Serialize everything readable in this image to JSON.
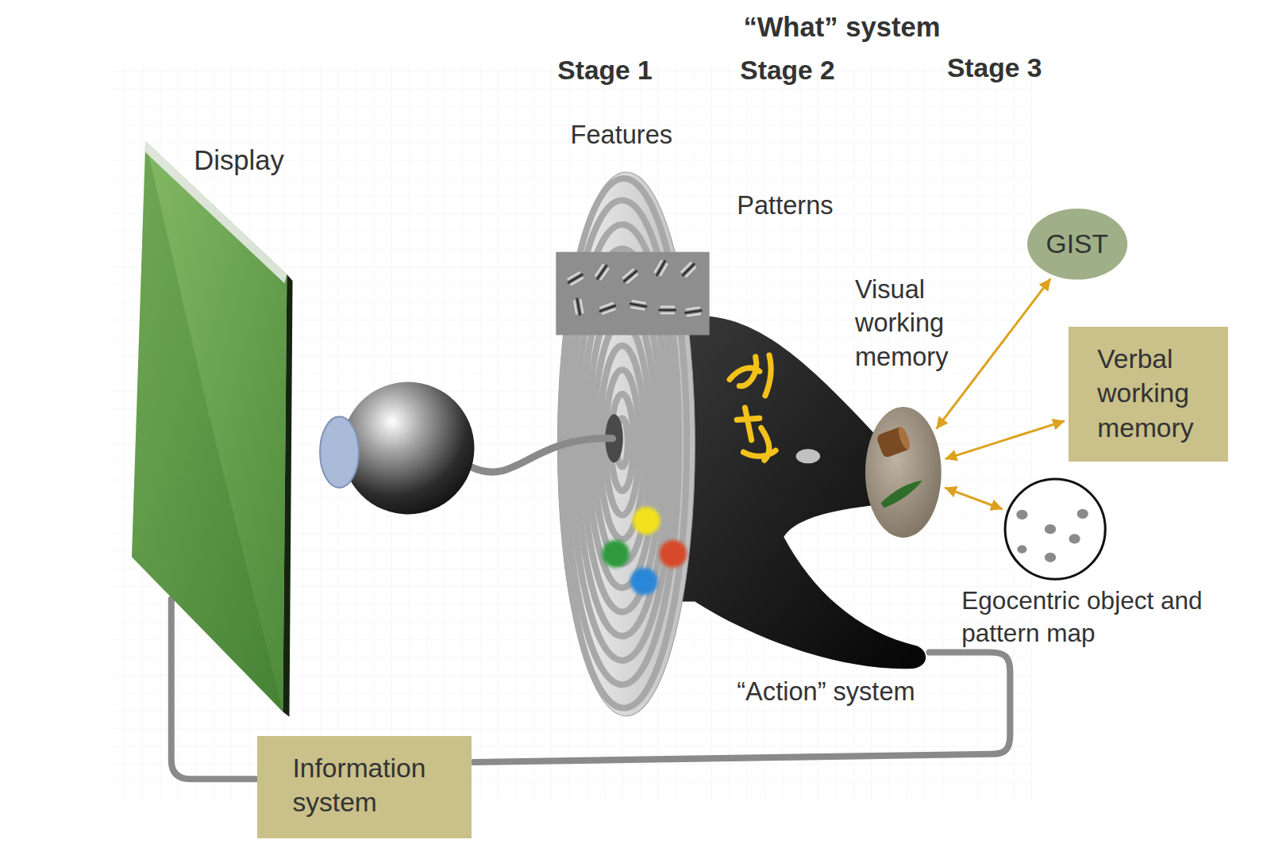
{
  "diagram": {
    "nodes": [
      {
        "text": [
          "Display"
        ]
      },
      {
        "text": [
          "GIST"
        ]
      },
      {
        "text": [
          "Visual working memory"
        ]
      },
      {
        "text": [
          "Verbal working memory"
        ]
      },
      {
        "text": [
          "Egocentric object and pattern map"
        ]
      },
      {
        "text": [
          "Information system"
        ]
      }
    ],
    "edges": [
      {
        "from": 2,
        "to": 1,
        "arrow": "both"
      },
      {
        "from": 2,
        "to": 3,
        "arrow": "both"
      },
      {
        "from": 2,
        "to": 4,
        "arrow": "both"
      },
      {
        "from": 0,
        "to": 5,
        "arrow": "none"
      }
    ],
    "labels": [
      "“What” system",
      "Stage 1",
      "Stage 2",
      "Stage 3",
      "Features",
      "Patterns",
      "“Action” system"
    ]
  }
}
